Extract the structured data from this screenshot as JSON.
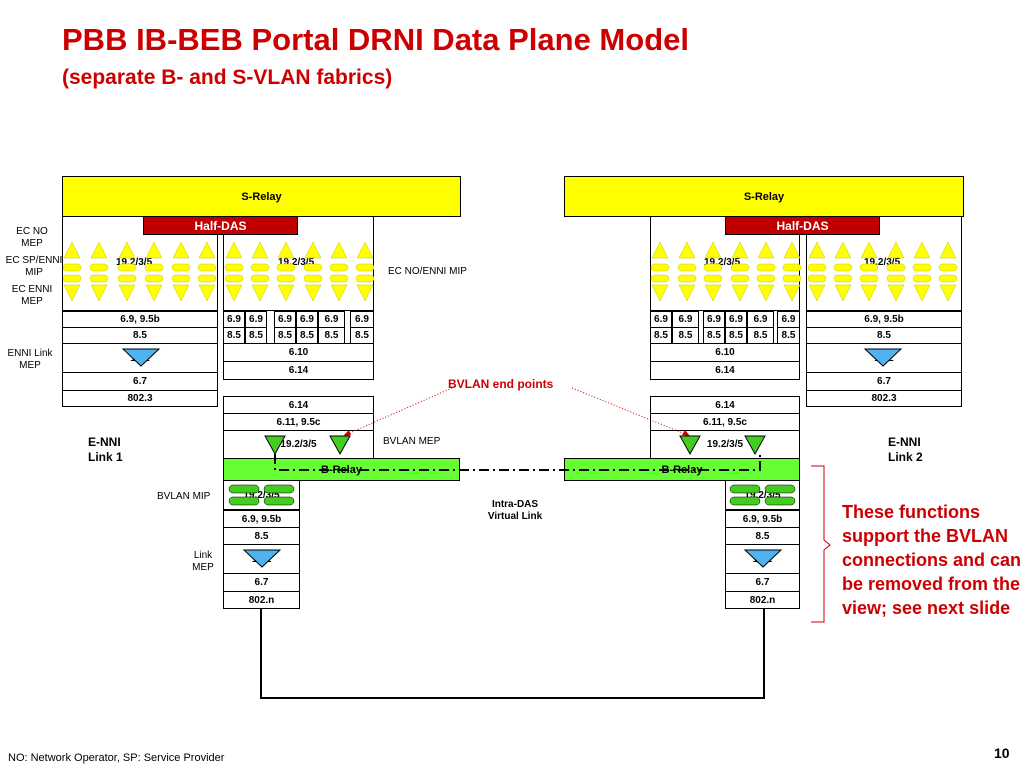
{
  "title": "PBB IB-BEB Portal DRNI Data Plane Model",
  "subtitle": "(separate B- and S-VLAN fabrics)",
  "srelay_label": "S-Relay",
  "half_das_label": "Half-DAS",
  "brelay_label": "B-Relay",
  "mip_ref": "19.2/3/5",
  "labels": {
    "ec_no_mep": "EC NO MEP",
    "ec_sp_enni_mip": "EC SP/ENNI MIP",
    "ec_enni_mep": "EC ENNI MEP",
    "enni_link_mep": "ENNI Link MEP",
    "ec_no_enni_mip": "EC NO/ENNI MIP",
    "bvlan_end_points": "BVLAN end points",
    "bvlan_mep": "BVLAN MEP",
    "bvlan_mip": "BVLAN MIP",
    "link_mep": "Link MEP",
    "intra_das": "Intra-DAS Virtual Link",
    "enni_link1": "E-NNI Link 1",
    "enni_link2": "E-NNI Link 2"
  },
  "note": "These functions support the BVLAN connections and can be removed from the view; see next slide",
  "footer": "NO: Network Operator, SP: Service Provider",
  "page_number": "10",
  "left_stack": {
    "r1": "6.9, 9.5b",
    "r2": "8.5",
    "r3": "19.2",
    "r4": "6.7",
    "r5": "802.3"
  },
  "mid_cells": {
    "top": [
      "6.9",
      "6.9",
      "6.9",
      "6.9",
      "6.9",
      "6.9"
    ],
    "bot": [
      "8.5",
      "8.5",
      "8.5",
      "8.5",
      "8.5",
      "8.5"
    ]
  },
  "mid_rows": {
    "a": "6.10",
    "b": "6.14"
  },
  "cbp_rows": {
    "a": "6.14",
    "b": "6.11, 9.5c",
    "c": "19.2/3/5"
  },
  "lower_stack": {
    "r1": "6.9, 9.5b",
    "r2": "8.5",
    "r3": "19.2",
    "r4": "6.7",
    "r5": "802.n"
  }
}
